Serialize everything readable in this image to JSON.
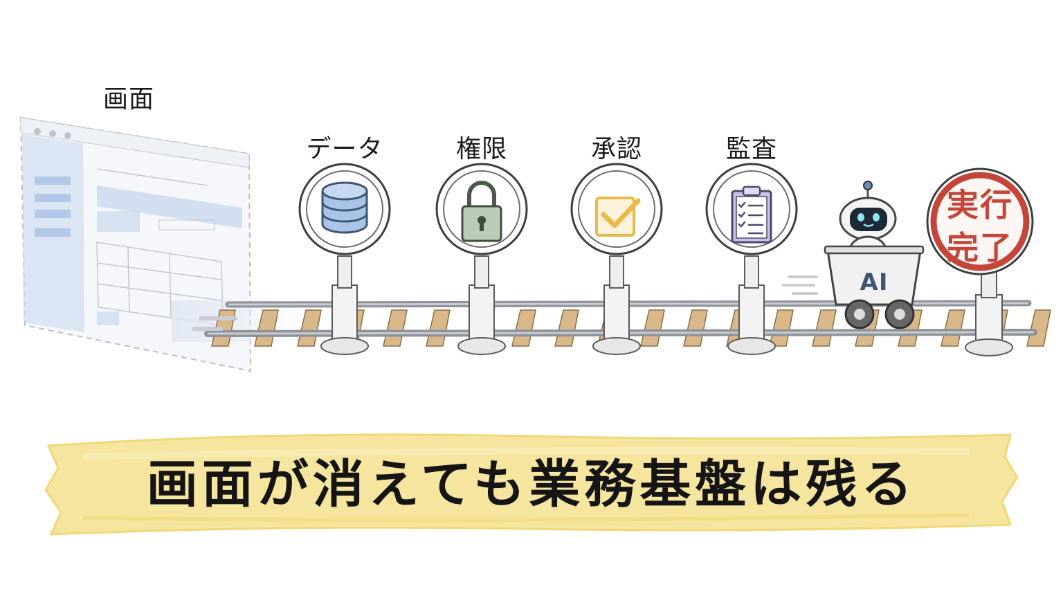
{
  "screen": {
    "label": "画面"
  },
  "checkpoints": [
    {
      "label": "データ",
      "icon": "database-icon"
    },
    {
      "label": "権限",
      "icon": "padlock-icon"
    },
    {
      "label": "承認",
      "icon": "checkbox-icon"
    },
    {
      "label": "監査",
      "icon": "clipboard-checklist-icon"
    }
  ],
  "cart": {
    "label": "AI",
    "rider_icon": "robot-icon"
  },
  "goal": {
    "line1": "実行",
    "line2": "完了"
  },
  "banner": {
    "text": "画面が消えても業務基盤は残る"
  },
  "colors": {
    "database": "#a9c4e6",
    "lock": "#b9cdb6",
    "check": "#e9b94a",
    "clipboard": "#c9c4e6",
    "goal_red": "#c4453a",
    "banner_yellow": "#f6e49a",
    "rail": "#8e9298",
    "tie": "#d9b98a"
  }
}
